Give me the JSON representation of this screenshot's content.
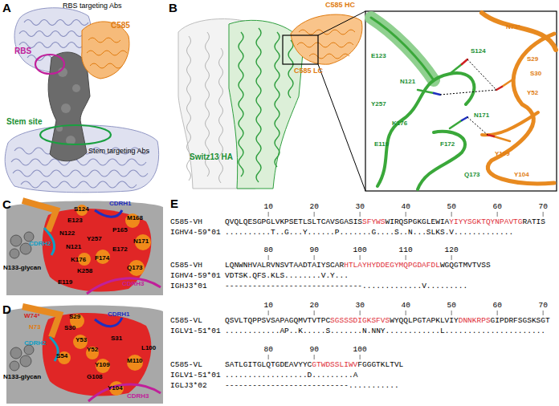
{
  "diagram": {
    "labels": [
      "A",
      "RBS targeting Abs",
      "C585",
      "RBS",
      "Stem site",
      "Stem targeting Abs",
      "B",
      "C585 HC",
      "C585 LC",
      "Switz13 HA",
      "N73*",
      "S124",
      "E123",
      "S29",
      "S30",
      "N121",
      "Y52",
      "Y257",
      "N171",
      "K176",
      "E119",
      "F172",
      "Y109",
      "Y104",
      "Q173",
      "C",
      "N133-glycan",
      "S124",
      "E123",
      "M168",
      "P165",
      "N122",
      "Y257",
      "N171",
      "N121",
      "E172",
      "F174",
      "K176",
      "K258",
      "Q173",
      "E119",
      "CDRH1",
      "CDRH2",
      "CDRH3",
      "D",
      "N73",
      "W74*",
      "S29",
      "S30",
      "Y53",
      "S31",
      "Y52",
      "S54",
      "L100",
      "M110",
      "Y109",
      "G108",
      "Y104",
      "N133-glycan",
      "CDRH1",
      "CDRH2",
      "CDRH3",
      "E",
      "10",
      "20",
      "30",
      "40",
      "50",
      "60",
      "70",
      "C585-VH",
      "QVQLQESGPGLVKPSETLSLTCAVSGASIS",
      "SFYWS",
      "WIRQSPGKGLEWIA",
      "YIYYSGKTQYNPAVTG",
      "RATIS",
      "IGHV4-59*01",
      "..........T..G...Y......P.......G....S..N...SLKS.V.............",
      "80",
      "90",
      "100",
      "110",
      "120",
      "C585-VH",
      "LQNWNHVALRVNSVTAADTAIYSCAR",
      "HTLAYHYDDEGYMQPGDAFDL",
      "WGQGTMVTVSS",
      "IGHV4-59*01",
      "VDTSK.QFS.KLS........V.Y...",
      "IGHJ3*01",
      "------------------------------.............V.........",
      "10",
      "20",
      "30",
      "40",
      "50",
      "60",
      "70",
      "C585-VL",
      "QSVLTQPPSVSAPAGQMVTVTPC",
      "SGSSSDIGKSFVS",
      "WYQQLPGTAPKLVIY",
      "DNNKRPS",
      "GIPDRFSGSKSGT",
      "IGLV1-51*01",
      "............AP..K.....S.......N.NNY............L......................",
      "80",
      "90",
      "100",
      "C585-VL",
      "SATLGITGLQTGDEAVYYC",
      "GTWDSSLIWV",
      "FGGGTKLTVL",
      "IGLV1-51*01",
      "..................D.........A",
      "IGLJ3*02",
      "---------------------------..........."
    ]
  }
}
